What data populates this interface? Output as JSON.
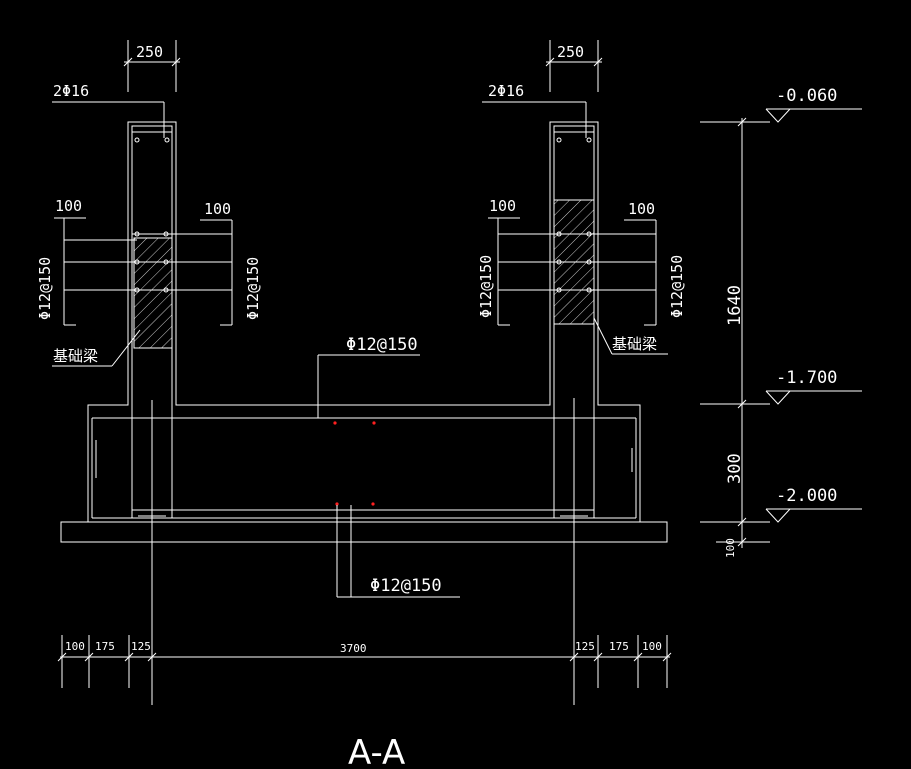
{
  "section_title": "A-A",
  "dimensions": {
    "top_left_width": "250",
    "top_right_width": "250",
    "side_offset_left_outer": "100",
    "side_offset_left_inner": "100",
    "side_offset_right_outer": "100",
    "side_offset_right_inner": "100",
    "bottom_chain": [
      "100",
      "175",
      "125",
      "3700",
      "125",
      "175",
      "100"
    ],
    "vertical_1640": "1640",
    "vertical_300": "300",
    "vertical_100": "100"
  },
  "rebar_labels": {
    "left_top_bars": "2Φ16",
    "right_top_bars": "2Φ16",
    "left_outer_stirrup": "Φ12@150",
    "left_inner_stirrup": "Φ12@150",
    "right_inner_stirrup": "Φ12@150",
    "right_outer_stirrup": "Φ12@150",
    "slab_top": "Φ12@150",
    "slab_bottom": "Φ12@150"
  },
  "member_labels": {
    "left_foundation_beam": "基础梁",
    "right_foundation_beam": "基础梁"
  },
  "elevations": {
    "top": "-0.060",
    "middle": "-1.700",
    "bottom": "-2.000"
  }
}
